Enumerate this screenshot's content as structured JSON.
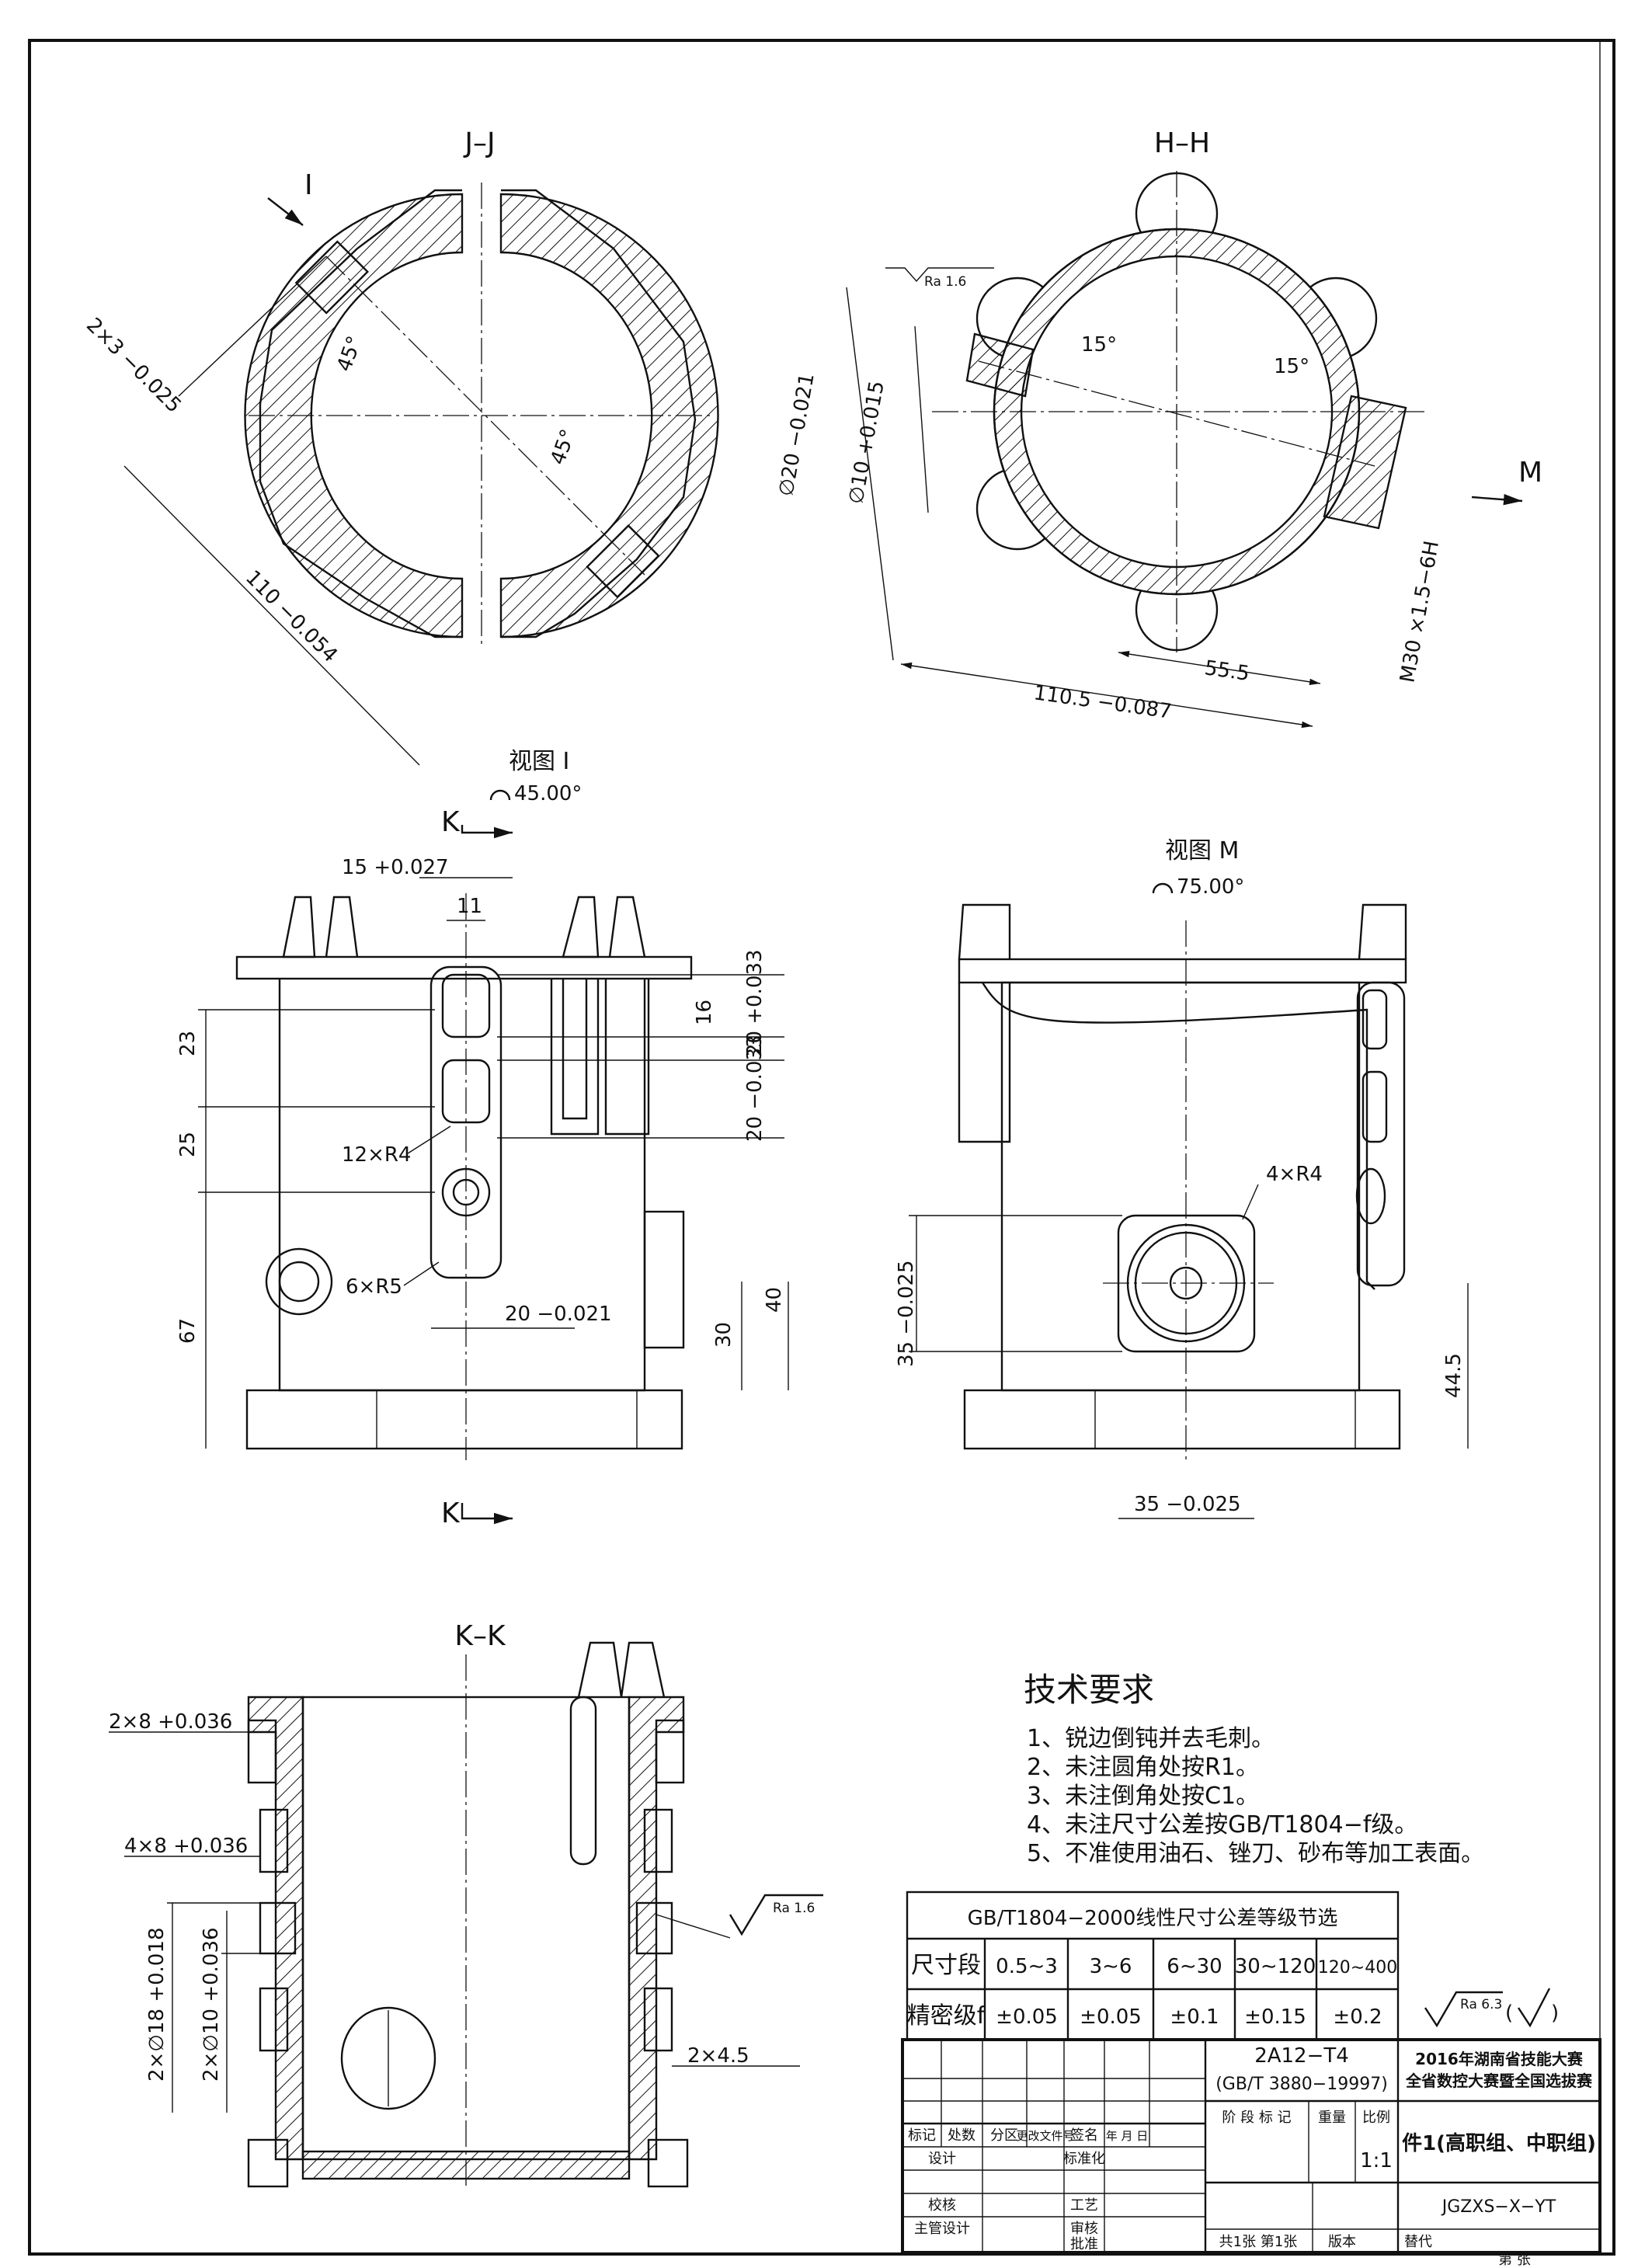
{
  "views": {
    "jj": {
      "label": "J–J",
      "arrow_label": "I"
    },
    "hh": {
      "label": "H–H",
      "arrow_label": "M"
    },
    "view_i": {
      "title": "视图 I",
      "angle": "45.00°"
    },
    "view_m": {
      "title": "视图 M",
      "angle": "75.00°"
    },
    "section_k": {
      "marker_top": "K",
      "marker_bottom": "K"
    },
    "kk": {
      "label": "K–K"
    }
  },
  "dims": {
    "jj": {
      "slot": "2×3 −0.025",
      "angle_upper": "45°",
      "angle_lower": "45°",
      "width": "110 −0.054"
    },
    "hh": {
      "ra": "Ra 1.6",
      "dia20": "∅20 −0.021",
      "dia10": "∅10 +0.015",
      "ang_left": "15°",
      "ang_right": "15°",
      "d555": "55.5",
      "d1105": "110.5 −0.087",
      "thread": "M30 ×1.5−6H"
    },
    "front": {
      "d15": "15 +0.027",
      "d11": "11",
      "d16": "16",
      "d23": "23",
      "d25": "25",
      "d67": "67",
      "d20a": "20 +0.033",
      "d20b": "20 −0.033",
      "r4": "12×R4",
      "r5": "6×R5",
      "d20c": "20 −0.021",
      "d30": "30",
      "d40": "40"
    },
    "side": {
      "r4": "4×R4",
      "d35v": "35 −0.025",
      "d35h": "35 −0.025",
      "d445": "44.5"
    },
    "kk": {
      "d2x8": "2×8 +0.036",
      "d4x8": "4×8 +0.036",
      "ra": "Ra 1.6",
      "d18": "2×∅18 +0.018",
      "d10": "2×∅10 +0.036",
      "chamfer": "2×4.5"
    }
  },
  "tech_req": {
    "title": "技术要求",
    "items": [
      "1、锐边倒钝并去毛刺。",
      "2、未注圆角处按R1。",
      "3、未注倒角处按C1。",
      "4、未注尺寸公差按GB/T1804−f级。",
      "5、不准使用油石、锉刀、砂布等加工表面。"
    ]
  },
  "tolerance_table": {
    "title": "GB/T1804−2000线性尺寸公差等级节选",
    "row1_label": "尺寸段",
    "row2_label": "精密级f",
    "ranges": [
      "0.5∼3",
      "3∼6",
      "6∼30",
      "30∼120",
      "120∼400"
    ],
    "tolerances": [
      "±0.05",
      "±0.05",
      "±0.1",
      "±0.15",
      "±0.2"
    ]
  },
  "surface_note": {
    "ra": "Ra 6.3"
  },
  "title_block": {
    "material": "2A12−T4",
    "standard": "(GB/T 3880−19997)",
    "contest_line1": "2016年湖南省技能大赛",
    "contest_line2": "全省数控大赛暨全国选拔赛",
    "part_name": "件1(高职组、中职组)",
    "drawing_no": "JGZXS−X−YT",
    "scale": "1:1",
    "headers": [
      "标记",
      "处数",
      "分区",
      "更改文件号",
      "签名",
      "年 月 日"
    ],
    "stage_mark": "阶 段 标 记",
    "weight": "重量",
    "ratio": "比例",
    "left_rows": [
      "设计",
      "校核",
      "主管设计"
    ],
    "mid_rows": [
      "标准化",
      "工艺",
      "审核",
      "批准"
    ],
    "sheet_info": "共1张  第1张",
    "version": "版本",
    "replace": "替代",
    "footer": "第     张"
  }
}
